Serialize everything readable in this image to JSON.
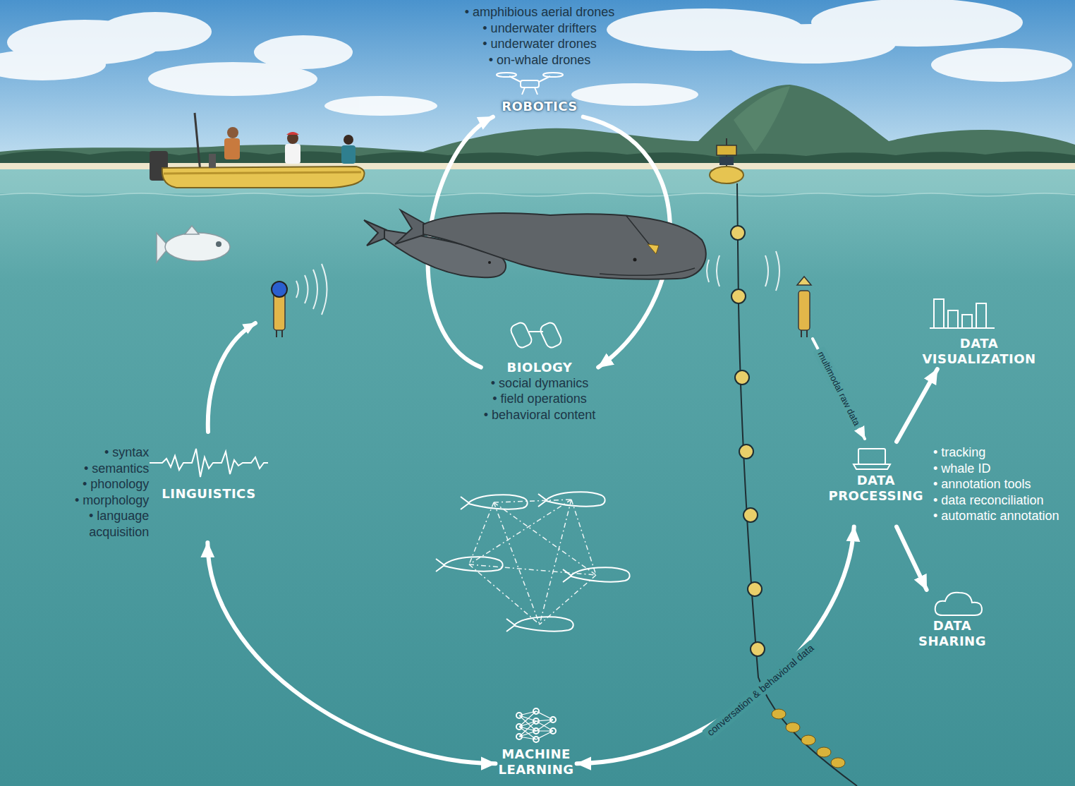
{
  "diagram": {
    "nodes": [
      {
        "text": [
          "ROBOTICS",
          "• amphibious aerial drones",
          "• underwater drifters",
          "• underwater drones",
          "• on-whale drones"
        ]
      },
      {
        "text": [
          "BIOLOGY",
          "• social dymanics",
          "• field operations",
          "• behavioral content"
        ]
      },
      {
        "text": [
          "LINGUISTICS",
          "• syntax",
          "• semantics",
          "• phonology",
          "• morphology",
          "• language acquisition"
        ]
      },
      {
        "text": [
          "DATA VISUALIZATION"
        ]
      },
      {
        "text": [
          "DATA PROCESSING",
          "• tracking",
          "• whale ID",
          "• annotation tools",
          "• data reconciliation",
          "• automatic annotation"
        ]
      },
      {
        "text": [
          "DATA SHARING"
        ]
      },
      {
        "text": [
          "MACHINE LEARNING"
        ]
      }
    ],
    "edges": [
      {
        "from": 0,
        "to": 1,
        "arrow": "to"
      },
      {
        "from": 1,
        "to": 0,
        "arrow": "to"
      },
      {
        "from": 2,
        "to": 6,
        "arrow": "both"
      },
      {
        "from": 6,
        "to": 4,
        "arrow": "both",
        "label": "conversation & behavioral data"
      },
      {
        "from": 4,
        "to": 3,
        "arrow": "to"
      },
      {
        "from": 4,
        "to": 5,
        "arrow": "to"
      }
    ],
    "labels": [
      "multimodal raw data"
    ]
  }
}
